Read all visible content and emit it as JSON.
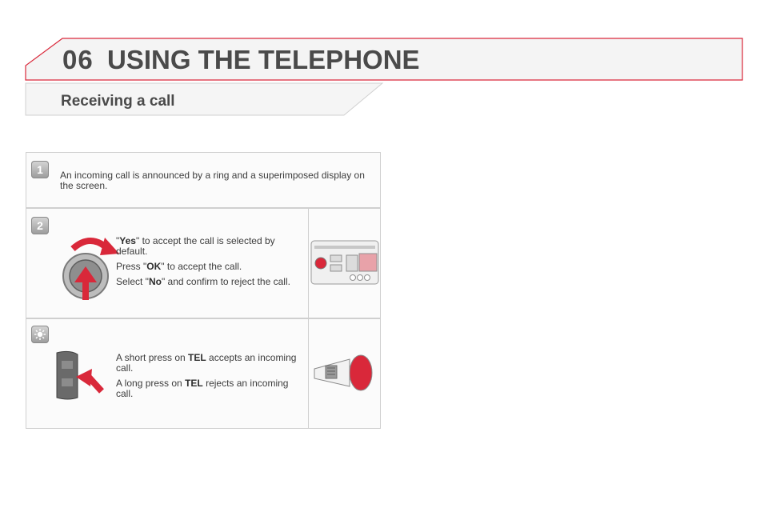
{
  "header": {
    "chapter_number": "06",
    "title": "USING THE TELEPHONE"
  },
  "section": {
    "title": "Receiving a call"
  },
  "steps": [
    {
      "badge": "1",
      "text": "An incoming call is announced by a ring and a superimposed display on the screen."
    },
    {
      "badge": "2",
      "lines": [
        {
          "pre": "\"",
          "bold": "Yes",
          "post": "\" to accept the call is selected by default."
        },
        {
          "pre": "Press \"",
          "bold": "OK",
          "post": "\" to accept the call."
        },
        {
          "pre": "Select \"",
          "bold": "No",
          "post": "\" and confirm to reject the call."
        }
      ]
    },
    {
      "badge_icon": "tip-icon",
      "lines": [
        {
          "pre": "A short press on ",
          "bold": "TEL",
          "post": " accepts an incoming call."
        },
        {
          "pre": "A long press on ",
          "bold": "TEL",
          "post": " rejects an incoming call."
        }
      ]
    }
  ],
  "colors": {
    "accent_red": "#d9283a",
    "text": "#3c3c3c",
    "badge_grey": "#a8a8a8"
  }
}
